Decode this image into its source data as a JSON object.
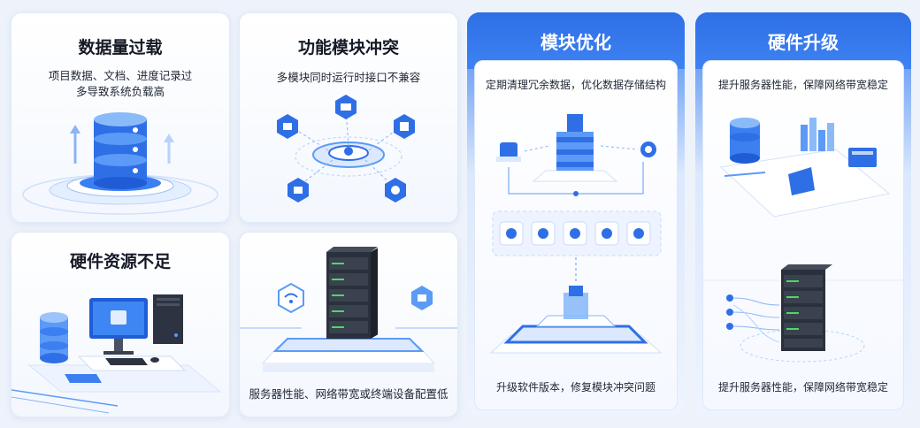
{
  "cards": {
    "data_overload": {
      "title": "数据量过载",
      "desc_line1": "项目数据、文档、进度记录过",
      "desc_line2": "多导致系统负载高"
    },
    "module_conflict": {
      "title": "功能模块冲突",
      "desc": "多模块同时运行时接口不兼容"
    },
    "hardware_shortage": {
      "title": "硬件资源不足"
    },
    "server_performance": {
      "desc": "服务器性能、网络带宽或终端设备配置低"
    }
  },
  "panels": {
    "module_optimize": {
      "title": "模块优化",
      "top_desc": "定期清理冗余数据，优化数据存储结构",
      "bottom_desc": "升级软件版本，修复模块冲突问题"
    },
    "hardware_upgrade": {
      "title": "硬件升级",
      "top_desc": "提升服务器性能，保障网络带宽稳定",
      "bottom_desc": "提升服务器性能，保障网络带宽稳定"
    }
  },
  "colors": {
    "accent": "#2f6fe6",
    "accent_light": "#5b9bf5",
    "text_dark": "#151a26"
  }
}
